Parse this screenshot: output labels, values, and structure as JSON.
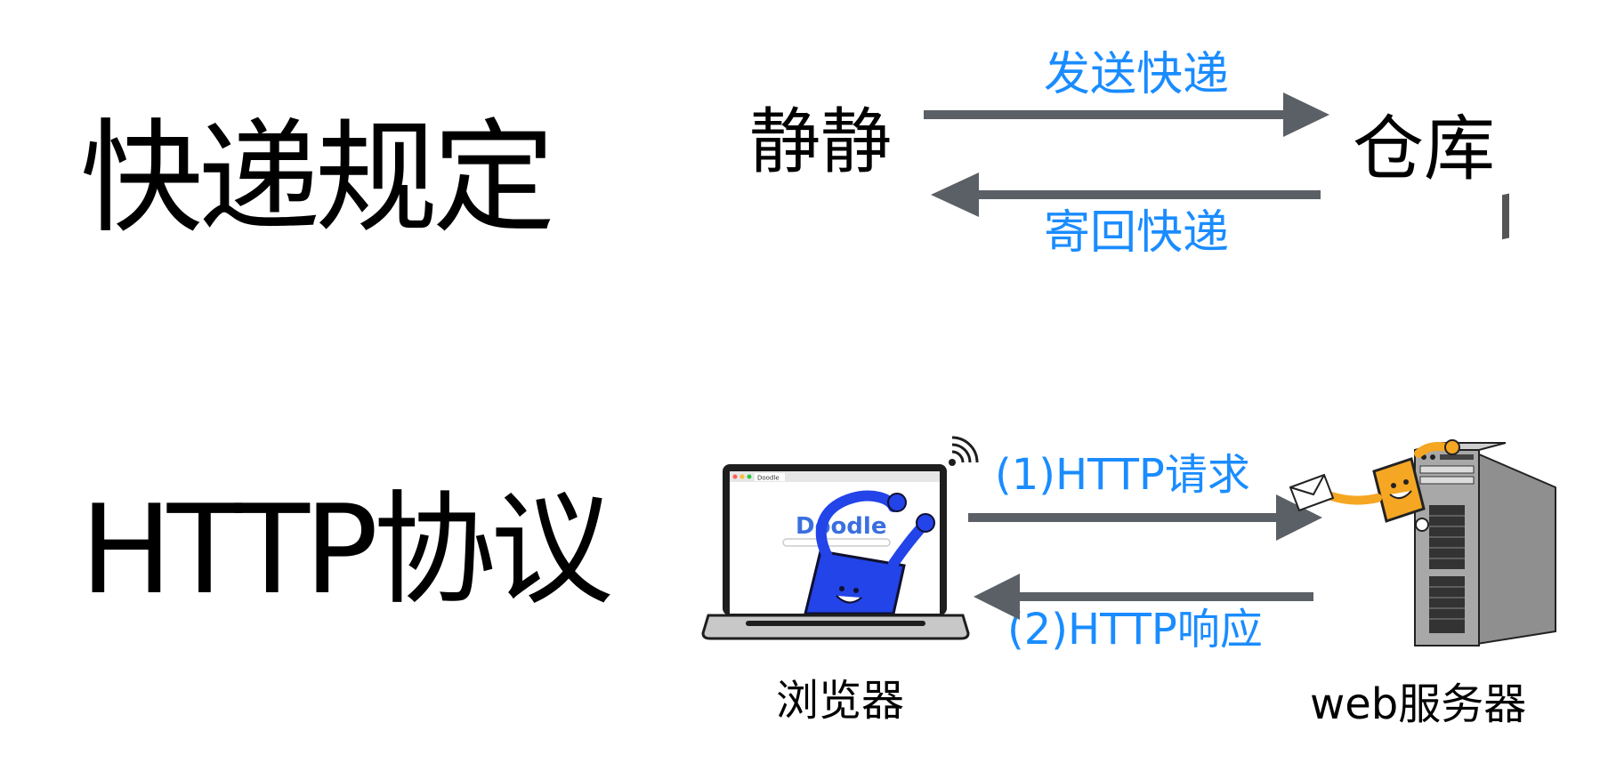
{
  "colors": {
    "arrow": "#5b6066",
    "accent_text": "#1a8cff",
    "laptop_character": "#2244e8",
    "server_character": "#f5a623",
    "server_body": "#9a9a9a"
  },
  "express": {
    "title": "快递规定",
    "left_node": "静静",
    "right_node": "仓库",
    "send_label": "发送快递",
    "return_label": "寄回快递"
  },
  "http": {
    "title": "HTTP协议",
    "request_label": "(1)HTTP请求",
    "response_label": "(2)HTTP响应",
    "client_label": "浏览器",
    "server_label": "web服务器",
    "browser_logo": "Doodle",
    "browser_tab": "Doodle"
  },
  "icons": {
    "laptop": "laptop-illustration-icon",
    "server": "server-tower-illustration-icon",
    "wifi": "wifi-signal-icon",
    "envelope": "envelope-icon"
  }
}
